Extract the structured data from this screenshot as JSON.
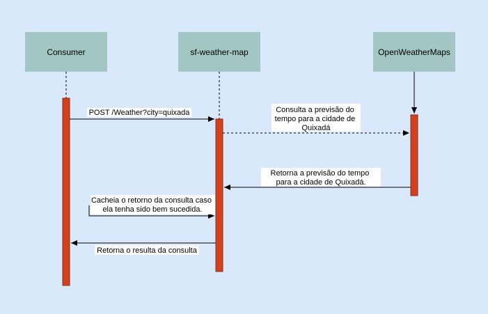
{
  "participants": {
    "consumer": {
      "label": "Consumer"
    },
    "service": {
      "label": "sf-weather-map"
    },
    "external": {
      "label": "OpenWeatherMaps"
    }
  },
  "messages": {
    "post_weather": {
      "lines": [
        "POST /Weather?city=quixada"
      ]
    },
    "query_forecast": {
      "lines": [
        "Consulta a previsão do",
        "tempo para a cidade de",
        "Quixadá"
      ]
    },
    "return_forecast": {
      "lines": [
        "Retorna a previsão do tempo",
        "para a cidade de Quixadá."
      ]
    },
    "cache_result": {
      "lines": [
        "Cacheia o retorno da consulta caso",
        "ela tenha sido bem sucedida."
      ]
    },
    "return_result": {
      "lines": [
        "Retorna o resulta da consulta"
      ]
    }
  },
  "colors": {
    "background": "#dae8fc",
    "lifeline_box": "#a2c6c4",
    "activation": "#d2411d"
  }
}
